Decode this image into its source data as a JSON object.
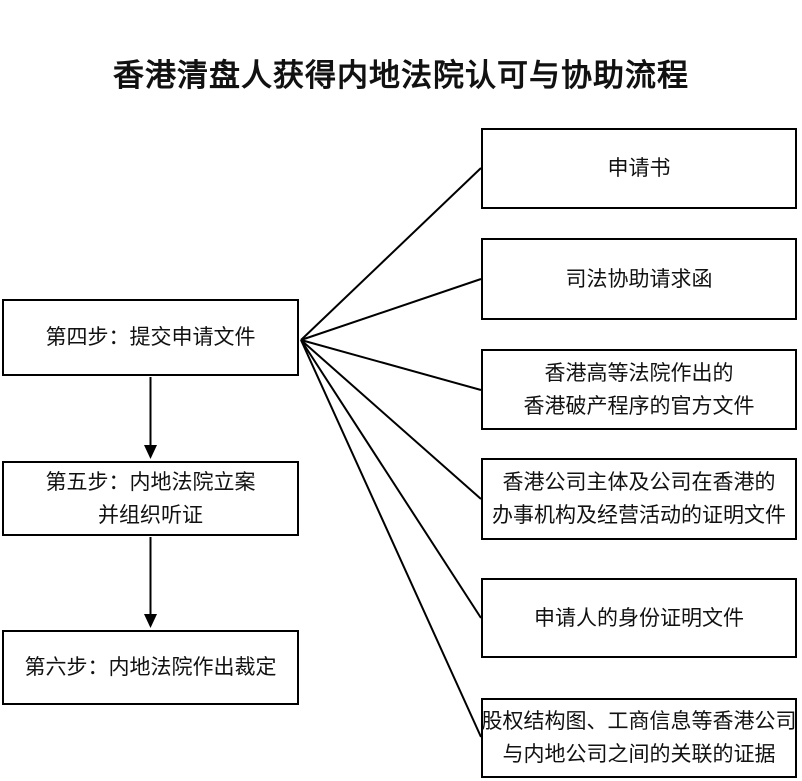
{
  "title": "香港清盘人获得内地法院认可与协助流程",
  "steps": [
    {
      "name": "step-4-submit-application-documents",
      "lines": [
        "第四步：提交申请文件"
      ]
    },
    {
      "name": "step-5-court-files-case-and-hearing",
      "lines": [
        "第五步：内地法院立案",
        "并组织听证"
      ]
    },
    {
      "name": "step-6-court-makes-ruling",
      "lines": [
        "第六步：内地法院作出裁定"
      ]
    }
  ],
  "documents": [
    {
      "name": "application-letter",
      "lines": [
        "申请书"
      ]
    },
    {
      "name": "judicial-assistance-request-letter",
      "lines": [
        "司法协助请求函"
      ]
    },
    {
      "name": "hk-high-court-official-documents",
      "lines": [
        "香港高等法院作出的",
        "香港破产程序的官方文件"
      ]
    },
    {
      "name": "hk-company-proof-documents",
      "lines": [
        "香港公司主体及公司在香港的",
        "办事机构及经营活动的证明文件"
      ]
    },
    {
      "name": "applicant-identity-documents",
      "lines": [
        "申请人的身份证明文件"
      ]
    },
    {
      "name": "equity-structure-association-evidence",
      "lines": [
        "股权结构图、工商信息等香港公司",
        "与内地公司之间的关联的证据"
      ]
    }
  ],
  "colors": {
    "line": "#000000",
    "text": "#111111",
    "background": "#ffffff"
  }
}
